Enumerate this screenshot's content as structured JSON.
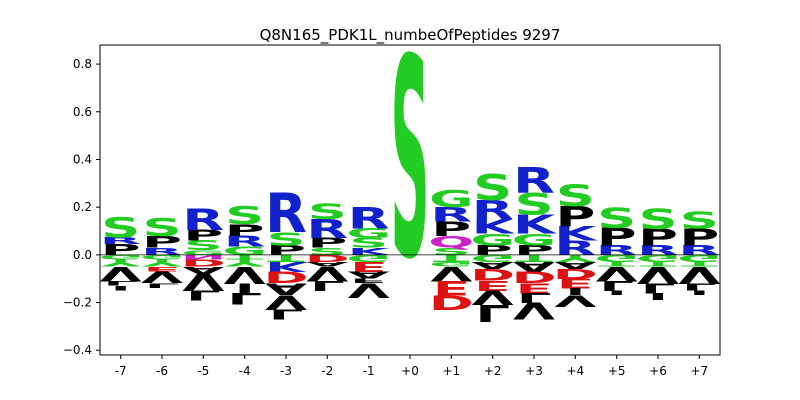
{
  "chart_data": {
    "type": "sequence-logo",
    "title": "Q8N165_PDK1L_numbeOfPeptides 9297",
    "xlabel": "",
    "ylabel": "",
    "ylim": [
      -0.42,
      0.88
    ],
    "yticks": [
      -0.4,
      -0.2,
      0.0,
      0.2,
      0.4,
      0.6,
      0.8
    ],
    "ytick_labels": [
      "−0.4",
      "−0.2",
      "0.0",
      "0.2",
      "0.4",
      "0.6",
      "0.8"
    ],
    "positions": [
      "-7",
      "-6",
      "-5",
      "-4",
      "-3",
      "-2",
      "-1",
      "+0",
      "+1",
      "+2",
      "+3",
      "+4",
      "+5",
      "+6",
      "+7"
    ],
    "residue_colors": {
      "S": "#22cc22",
      "T": "#22cc22",
      "G": "#22cc22",
      "Y": "#22cc22",
      "R": "#1122cc",
      "K": "#1122cc",
      "H": "#1122cc",
      "D": "#dd1111",
      "E": "#dd1111",
      "Q": "#cc22cc",
      "N": "#cc22cc",
      "P": "#000000",
      "A": "#000000",
      "V": "#000000",
      "L": "#000000",
      "I": "#000000",
      "F": "#000000",
      "M": "#000000",
      "W": "#000000",
      "C": "#000000"
    },
    "columns": [
      {
        "position": "-7",
        "positive": [
          {
            "aa": "P",
            "h": 0.045
          },
          {
            "aa": "R",
            "h": 0.03
          },
          {
            "aa": "S",
            "h": 0.085
          }
        ],
        "negative": [
          {
            "aa": "G",
            "h": 0.02
          },
          {
            "aa": "Y",
            "h": 0.03
          },
          {
            "aa": "V",
            "h": 0.06
          },
          {
            "aa": "L",
            "h": 0.02
          },
          {
            "aa": "I",
            "h": 0.02
          }
        ]
      },
      {
        "position": "-6",
        "positive": [
          {
            "aa": "R",
            "h": 0.03
          },
          {
            "aa": "P",
            "h": 0.05
          },
          {
            "aa": "S",
            "h": 0.075
          }
        ],
        "negative": [
          {
            "aa": "G",
            "h": 0.02
          },
          {
            "aa": "Y",
            "h": 0.03
          },
          {
            "aa": "E",
            "h": 0.02
          },
          {
            "aa": "V",
            "h": 0.05
          },
          {
            "aa": "L",
            "h": 0.02
          }
        ]
      },
      {
        "position": "-5",
        "positive": [
          {
            "aa": "G",
            "h": 0.02
          },
          {
            "aa": "S",
            "h": 0.04
          },
          {
            "aa": "P",
            "h": 0.045
          },
          {
            "aa": "R",
            "h": 0.09
          }
        ],
        "negative": [
          {
            "aa": "N",
            "h": 0.02
          },
          {
            "aa": "D",
            "h": 0.03
          },
          {
            "aa": "A",
            "h": 0.03
          },
          {
            "aa": "V",
            "h": 0.07
          },
          {
            "aa": "L",
            "h": 0.04
          }
        ]
      },
      {
        "position": "-4",
        "positive": [
          {
            "aa": "G",
            "h": 0.035
          },
          {
            "aa": "R",
            "h": 0.045
          },
          {
            "aa": "P",
            "h": 0.05
          },
          {
            "aa": "S",
            "h": 0.075
          }
        ],
        "negative": [
          {
            "aa": "T",
            "h": 0.02
          },
          {
            "aa": "Y",
            "h": 0.03
          },
          {
            "aa": "V",
            "h": 0.07
          },
          {
            "aa": "I",
            "h": 0.04
          },
          {
            "aa": "L",
            "h": 0.05
          }
        ]
      },
      {
        "position": "-3",
        "positive": [
          {
            "aa": "P",
            "h": 0.04
          },
          {
            "aa": "S",
            "h": 0.055
          },
          {
            "aa": "R",
            "h": 0.165
          }
        ],
        "negative": [
          {
            "aa": "T",
            "h": 0.03
          },
          {
            "aa": "K",
            "h": 0.04
          },
          {
            "aa": "D",
            "h": 0.05
          },
          {
            "aa": "A",
            "h": 0.05
          },
          {
            "aa": "V",
            "h": 0.06
          },
          {
            "aa": "L",
            "h": 0.04
          }
        ]
      },
      {
        "position": "-2",
        "positive": [
          {
            "aa": "S",
            "h": 0.03
          },
          {
            "aa": "P",
            "h": 0.04
          },
          {
            "aa": "R",
            "h": 0.08
          },
          {
            "aa": "S",
            "h": 0.065
          }
        ],
        "negative": [
          {
            "aa": "D",
            "h": 0.03
          },
          {
            "aa": "A",
            "h": 0.02
          },
          {
            "aa": "V",
            "h": 0.06
          },
          {
            "aa": "L",
            "h": 0.04
          }
        ]
      },
      {
        "position": "-1",
        "positive": [
          {
            "aa": "K",
            "h": 0.03
          },
          {
            "aa": "S",
            "h": 0.04
          },
          {
            "aa": "G",
            "h": 0.04
          },
          {
            "aa": "R",
            "h": 0.09
          }
        ],
        "negative": [
          {
            "aa": "G",
            "h": 0.03
          },
          {
            "aa": "E",
            "h": 0.04
          },
          {
            "aa": "A",
            "h": 0.03
          },
          {
            "aa": "F",
            "h": 0.02
          },
          {
            "aa": "V",
            "h": 0.06
          }
        ]
      },
      {
        "position": "+0",
        "positive": [
          {
            "aa": "S",
            "h": 0.84
          }
        ],
        "negative": []
      },
      {
        "position": "+1",
        "positive": [
          {
            "aa": "S",
            "h": 0.03
          },
          {
            "aa": "Q",
            "h": 0.05
          },
          {
            "aa": "P",
            "h": 0.06
          },
          {
            "aa": "R",
            "h": 0.06
          },
          {
            "aa": "G",
            "h": 0.07
          }
        ],
        "negative": [
          {
            "aa": "T",
            "h": 0.03
          },
          {
            "aa": "G",
            "h": 0.02
          },
          {
            "aa": "V",
            "h": 0.06
          },
          {
            "aa": "E",
            "h": 0.06
          },
          {
            "aa": "D",
            "h": 0.06
          }
        ]
      },
      {
        "position": "+2",
        "positive": [
          {
            "aa": "P",
            "h": 0.04
          },
          {
            "aa": "G",
            "h": 0.05
          },
          {
            "aa": "K",
            "h": 0.06
          },
          {
            "aa": "R",
            "h": 0.08
          },
          {
            "aa": "S",
            "h": 0.11
          }
        ],
        "negative": [
          {
            "aa": "G",
            "h": 0.03
          },
          {
            "aa": "A",
            "h": 0.03
          },
          {
            "aa": "D",
            "h": 0.05
          },
          {
            "aa": "E",
            "h": 0.04
          },
          {
            "aa": "V",
            "h": 0.06
          },
          {
            "aa": "L",
            "h": 0.07
          }
        ]
      },
      {
        "position": "+3",
        "positive": [
          {
            "aa": "P",
            "h": 0.04
          },
          {
            "aa": "G",
            "h": 0.05
          },
          {
            "aa": "K",
            "h": 0.08
          },
          {
            "aa": "S",
            "h": 0.09
          },
          {
            "aa": "R",
            "h": 0.11
          }
        ],
        "negative": [
          {
            "aa": "T",
            "h": 0.03
          },
          {
            "aa": "A",
            "h": 0.04
          },
          {
            "aa": "D",
            "h": 0.05
          },
          {
            "aa": "E",
            "h": 0.04
          },
          {
            "aa": "L",
            "h": 0.04
          },
          {
            "aa": "V",
            "h": 0.07
          }
        ]
      },
      {
        "position": "+4",
        "positive": [
          {
            "aa": "R",
            "h": 0.06
          },
          {
            "aa": "K",
            "h": 0.06
          },
          {
            "aa": "P",
            "h": 0.085
          },
          {
            "aa": "S",
            "h": 0.09
          }
        ],
        "negative": [
          {
            "aa": "Y",
            "h": 0.03
          },
          {
            "aa": "A",
            "h": 0.03
          },
          {
            "aa": "D",
            "h": 0.04
          },
          {
            "aa": "E",
            "h": 0.04
          },
          {
            "aa": "I",
            "h": 0.03
          },
          {
            "aa": "V",
            "h": 0.05
          }
        ]
      },
      {
        "position": "+5",
        "positive": [
          {
            "aa": "R",
            "h": 0.04
          },
          {
            "aa": "P",
            "h": 0.075
          },
          {
            "aa": "S",
            "h": 0.085
          }
        ],
        "negative": [
          {
            "aa": "G",
            "h": 0.03
          },
          {
            "aa": "T",
            "h": 0.02
          },
          {
            "aa": "V",
            "h": 0.06
          },
          {
            "aa": "L",
            "h": 0.04
          },
          {
            "aa": "I",
            "h": 0.02
          }
        ]
      },
      {
        "position": "+6",
        "positive": [
          {
            "aa": "R",
            "h": 0.04
          },
          {
            "aa": "P",
            "h": 0.07
          },
          {
            "aa": "S",
            "h": 0.085
          }
        ],
        "negative": [
          {
            "aa": "G",
            "h": 0.03
          },
          {
            "aa": "T",
            "h": 0.02
          },
          {
            "aa": "V",
            "h": 0.07
          },
          {
            "aa": "L",
            "h": 0.04
          },
          {
            "aa": "I",
            "h": 0.03
          }
        ]
      },
      {
        "position": "+7",
        "positive": [
          {
            "aa": "R",
            "h": 0.04
          },
          {
            "aa": "P",
            "h": 0.07
          },
          {
            "aa": "S",
            "h": 0.07
          }
        ],
        "negative": [
          {
            "aa": "G",
            "h": 0.03
          },
          {
            "aa": "T",
            "h": 0.02
          },
          {
            "aa": "V",
            "h": 0.07
          },
          {
            "aa": "L",
            "h": 0.03
          },
          {
            "aa": "I",
            "h": 0.02
          }
        ]
      }
    ]
  }
}
